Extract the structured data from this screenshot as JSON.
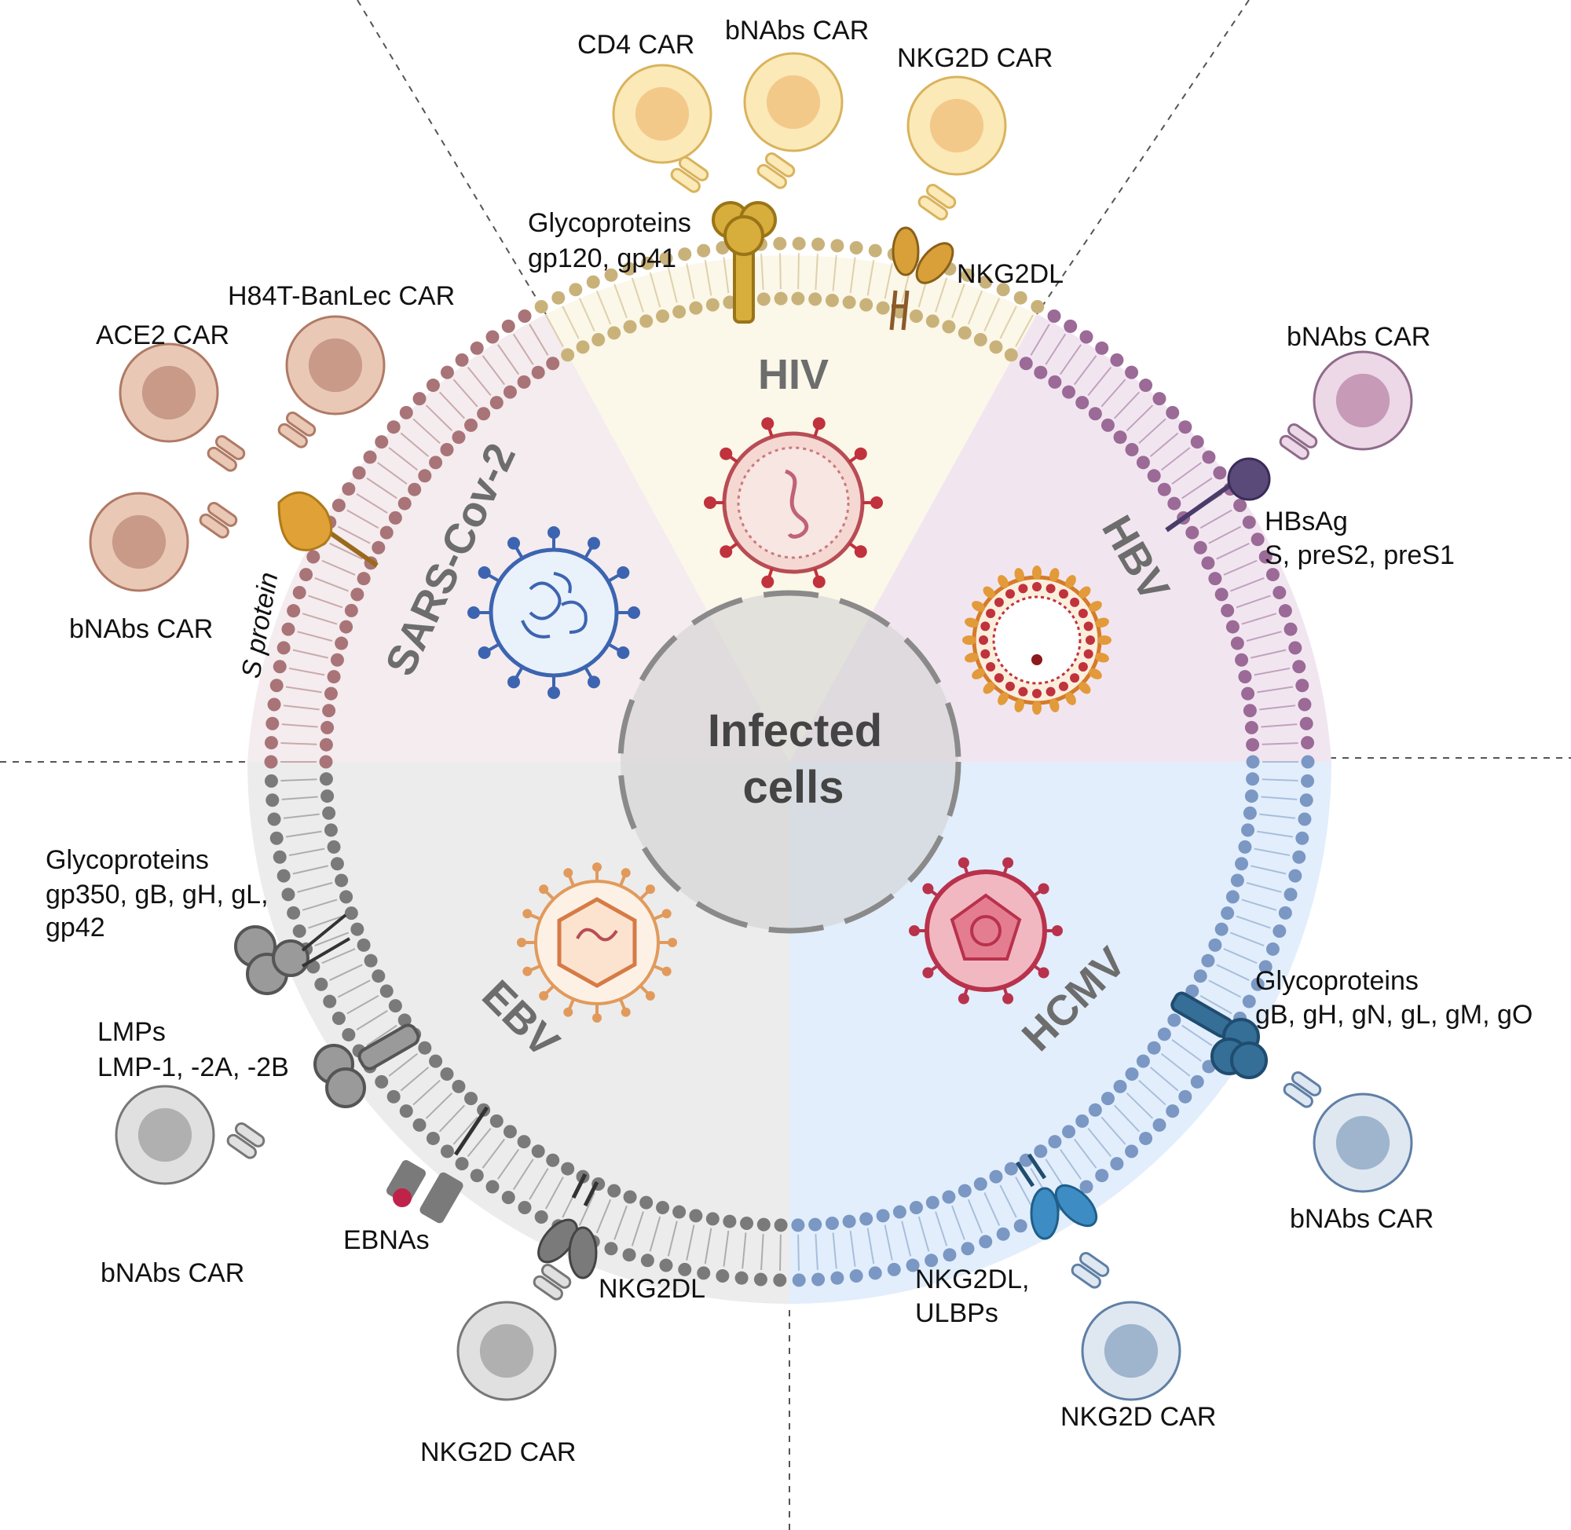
{
  "center": {
    "line1": "Infected",
    "line2": "cells"
  },
  "sectors": {
    "hiv": {
      "name": "HIV",
      "color": "#c9b27a"
    },
    "hbv": {
      "name": "HBV",
      "color": "#9b6a97"
    },
    "hcmv": {
      "name": "HCMV",
      "color": "#7b97c4"
    },
    "ebv": {
      "name": "EBV",
      "color": "#7a7a7a"
    },
    "sars": {
      "name": "SARS-Cov-2",
      "color": "#a97477"
    }
  },
  "labels": {
    "hiv_cd4_car": "CD4 CAR",
    "hiv_bnabs_car": "bNAbs CAR",
    "hiv_nkg2d_car": "NKG2D CAR",
    "hiv_glyco_1": "Glycoproteins",
    "hiv_glyco_2": "gp120, gp41",
    "hiv_nkg2dl": "NKG2DL",
    "sars_ace2_car": "ACE2 CAR",
    "sars_h84t_car": "H84T-BanLec CAR",
    "sars_bnabs_car": "bNAbs CAR",
    "sars_s_protein": "S protein",
    "hbv_bnabs_car": "bNAbs CAR",
    "hbv_hbsag_1": "HBsAg",
    "hbv_hbsag_2": "S, preS2, preS1",
    "ebv_glyco_1": "Glycoproteins",
    "ebv_glyco_2": "gp350, gB, gH, gL,",
    "ebv_glyco_3": "gp42",
    "ebv_lmps_1": "LMPs",
    "ebv_lmps_2": "LMP-1, -2A, -2B",
    "ebv_bnabs_car": "bNAbs CAR",
    "ebv_ebnas": "EBNAs",
    "ebv_nkg2dl": "NKG2DL",
    "ebv_nkg2d_car": "NKG2D CAR",
    "hcmv_glyco_1": "Glycoproteins",
    "hcmv_glyco_2": "gB, gH, gN, gL, gM, gO",
    "hcmv_bnabs_car": "bNAbs CAR",
    "hcmv_nkg2dl_1": "NKG2DL,",
    "hcmv_nkg2dl_2": "ULBPs",
    "hcmv_nkg2d_car": "NKG2D CAR"
  }
}
